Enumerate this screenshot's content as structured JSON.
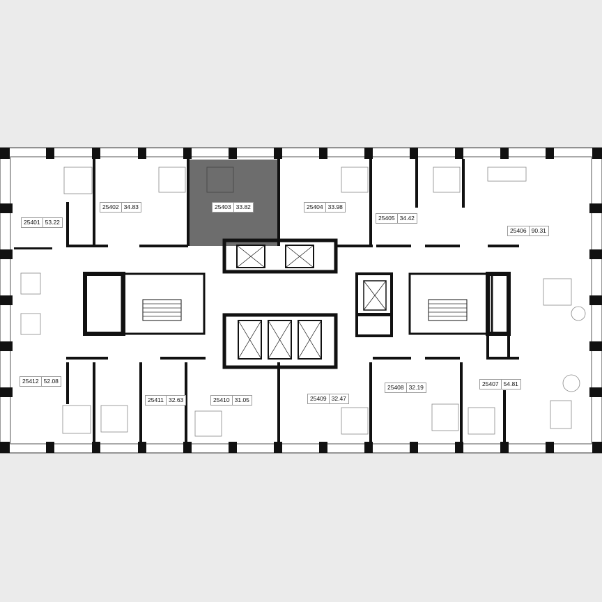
{
  "floor_plan": {
    "highlight_color": "#6d6d6d",
    "wall_color": "#111111",
    "background_color": "#ebebeb",
    "floor_color": "#ffffff",
    "selected_unit": "25403",
    "units": [
      {
        "number": "25401",
        "area": "53.22"
      },
      {
        "number": "25402",
        "area": "34.83"
      },
      {
        "number": "25403",
        "area": "33.82"
      },
      {
        "number": "25404",
        "area": "33.98"
      },
      {
        "number": "25405",
        "area": "34.42"
      },
      {
        "number": "25406",
        "area": "90.31"
      },
      {
        "number": "25407",
        "area": "54.81"
      },
      {
        "number": "25408",
        "area": "32.19"
      },
      {
        "number": "25409",
        "area": "32.47"
      },
      {
        "number": "25410",
        "area": "31.05"
      },
      {
        "number": "25411",
        "area": "32.63"
      },
      {
        "number": "25412",
        "area": "52.08"
      }
    ]
  }
}
